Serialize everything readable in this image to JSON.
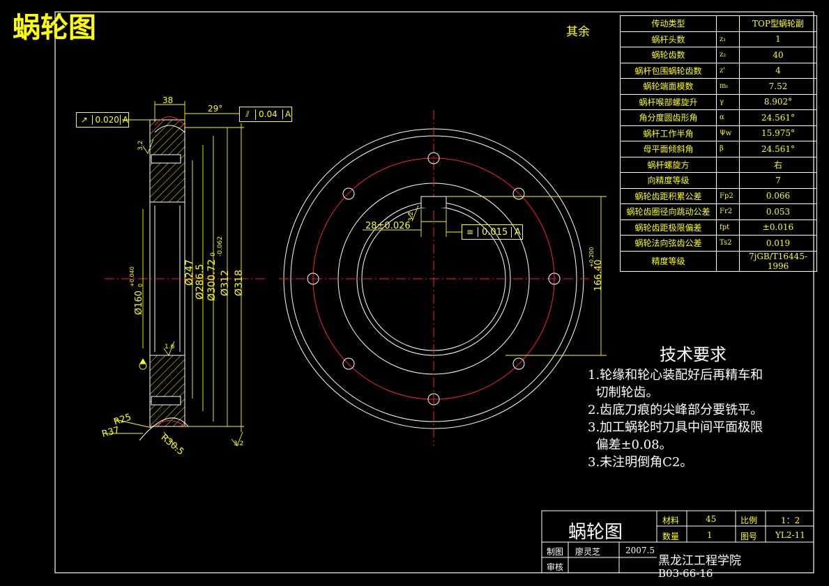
{
  "title": "蜗轮图",
  "surface_finish_note": "其余",
  "params_table": {
    "header": [
      "传动类型",
      "",
      "TOP型蜗轮副"
    ],
    "rows": [
      [
        "蜗杆头数",
        "z₁",
        "1"
      ],
      [
        "蜗轮齿数",
        "z₂",
        "40"
      ],
      [
        "蜗杆包围蜗轮齿数",
        "z'",
        "4"
      ],
      [
        "蜗轮端面模数",
        "mₜ",
        "7.52"
      ],
      [
        "蜗杆喉部螺旋升",
        "γ",
        "8.902°"
      ],
      [
        "角分度圆齿形角",
        "α",
        "24.561°"
      ],
      [
        "蜗杆工作半角",
        "Ψw",
        "15.975°"
      ],
      [
        "母平面倾斜角",
        "β",
        "24.561°"
      ],
      [
        "蜗杆螺旋方",
        "",
        "右"
      ],
      [
        "向精度等级",
        "",
        "7"
      ],
      [
        "蜗轮齿距积累公差",
        "Fp2",
        "0.066"
      ],
      [
        "蜗轮齿圈径向跳动公差",
        "Fr2",
        "0.053"
      ],
      [
        "蜗轮齿距极限偏差",
        "fpt",
        "±0.016"
      ],
      [
        "蜗轮法向弦齿公差",
        "Ts2",
        "0.019"
      ],
      [
        "精度等级",
        "",
        "7jGB/T16445-1996"
      ]
    ]
  },
  "tech_requirements": {
    "title": "技术要求",
    "lines": [
      "1.轮缘和轮心装配好后再精车和",
      "  切制轮齿。",
      "2.齿底刀痕的尖峰部分要铣平。",
      "3.加工蜗轮时刀具中间平面极限",
      "  偏差±0.08。",
      "3.未注明倒角C2。"
    ]
  },
  "title_block": {
    "name": "蜗轮图",
    "material_label": "材料",
    "material_value": "45",
    "scale_label": "比例",
    "scale_value": "1：2",
    "qty_label": "数量",
    "qty_value": "1",
    "drawing_no_label": "图号",
    "drawing_no_value": "YL2-11",
    "drawn_label": "制图",
    "drawn_by": "廖灵芝",
    "date": "2007.5",
    "check_label": "审核",
    "school": "黑龙江工程学院",
    "class_code": "B03-66-16"
  },
  "dimensions": {
    "width_38": "38",
    "angle_29": "29°",
    "runout_tol": "0.020",
    "runout_datum": "A",
    "parallel_tol": "0.04",
    "parallel_datum": "A",
    "d247": "Ø247",
    "d2865": "Ø286.5",
    "d30072": "Ø300.72",
    "d30072_tol": "-0.062",
    "d30072_tol0": "0",
    "d312": "Ø312",
    "d318": "Ø318",
    "d160": "Ø160",
    "d160_tol": "+0.040",
    "d160_tol0": "0",
    "r25": "R25",
    "r37": "R37",
    "r305": "R30.5",
    "rough_32a": "3.2",
    "rough_16": "1.6",
    "rough_32b": "3.2",
    "keyway_width": "28±0.026",
    "sym_tol": "0.015",
    "sym_datum": "A",
    "keyway_depth": "166.40",
    "keyway_depth_tol": "+0.200",
    "keyway_rough": "3.2"
  },
  "colors": {
    "background": "#000000",
    "frame": "#ffffff",
    "dimension": "#ffff00",
    "red_circle": "#ff2020"
  }
}
